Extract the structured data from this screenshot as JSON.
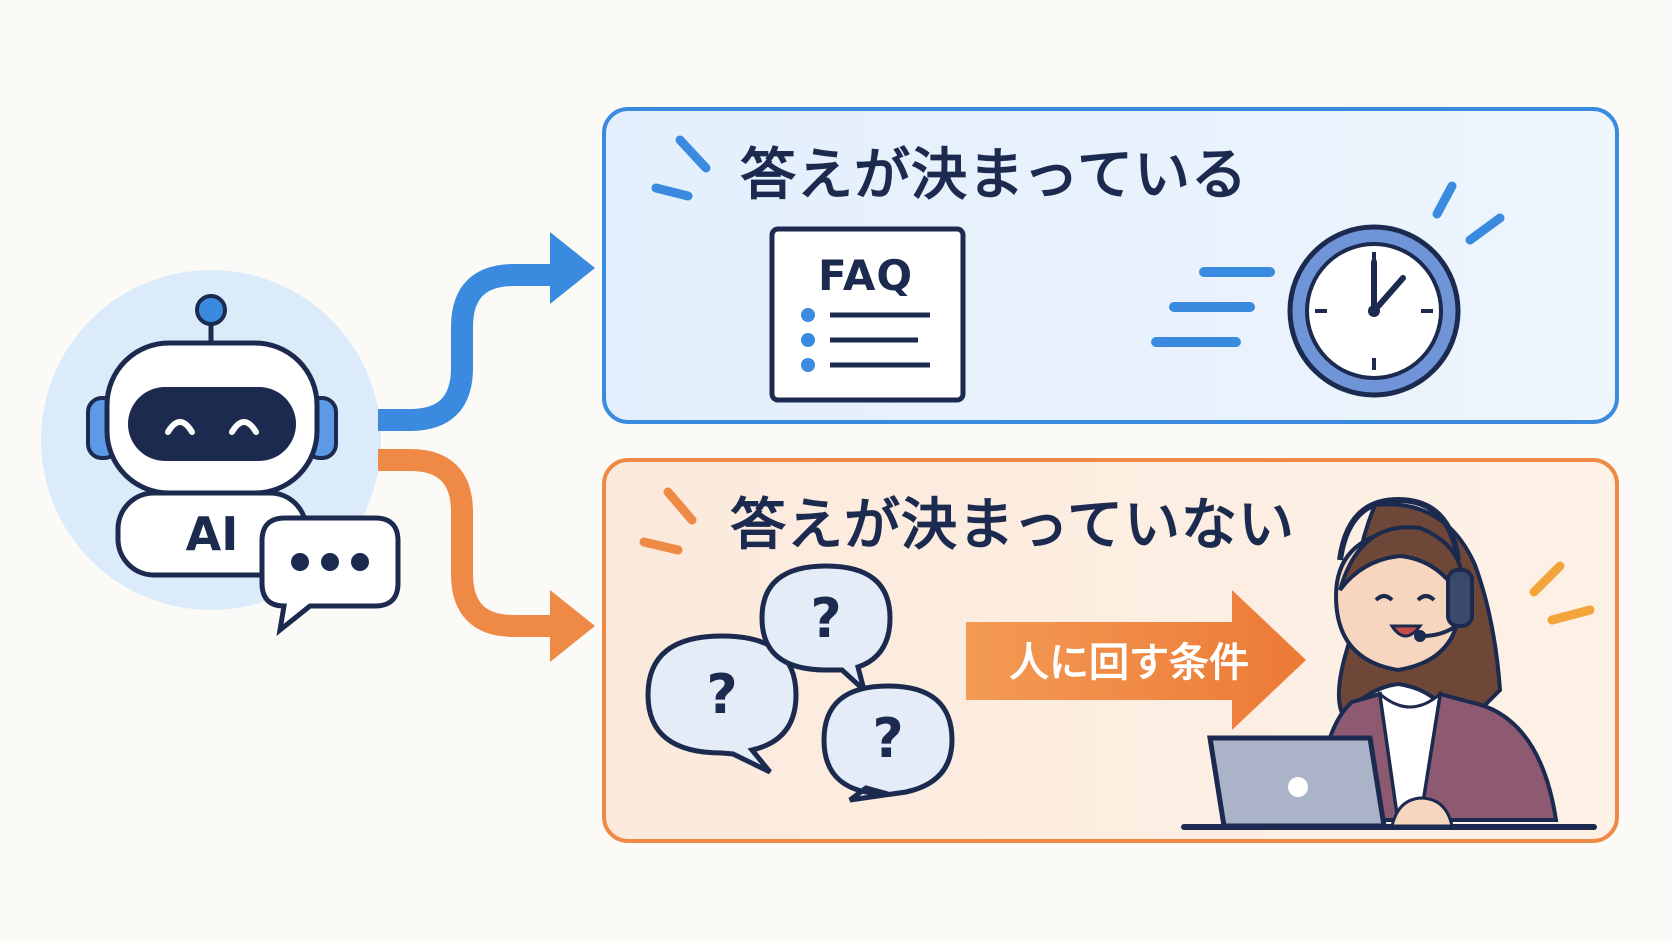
{
  "robot": {
    "label": "AI"
  },
  "top_panel": {
    "heading": "答えが決まっている",
    "faq_label": "FAQ",
    "accent_color": "#3a8be0"
  },
  "bottom_panel": {
    "heading": "答えが決まっていない",
    "questions": [
      "?",
      "?",
      "?"
    ],
    "arrow_label": "人に回す条件",
    "accent_color": "#ef8a46"
  },
  "icons": [
    "robot-icon",
    "speech-bubble-icon",
    "faq-document-icon",
    "clock-icon",
    "question-bubble-icon",
    "operator-icon",
    "laptop-icon"
  ]
}
